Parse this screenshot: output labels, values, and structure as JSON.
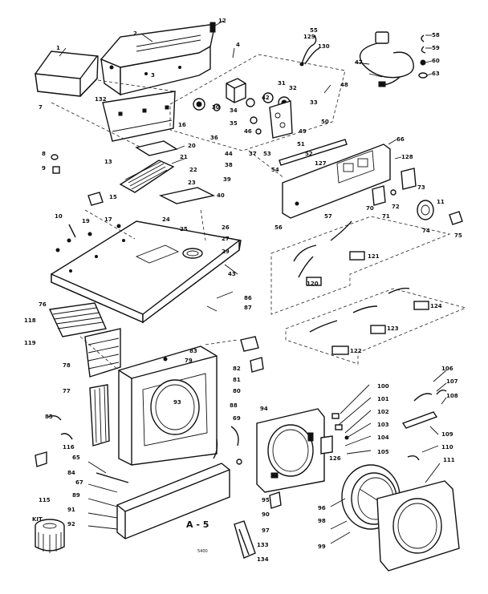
{
  "diagram": {
    "page_label": "A - 5",
    "code": "5400",
    "kit_label": "KIT",
    "parts": [
      {
        "id": "p1",
        "label": "1"
      },
      {
        "id": "p2",
        "label": "2"
      },
      {
        "id": "p3",
        "label": "3"
      },
      {
        "id": "p4",
        "label": "4"
      },
      {
        "id": "p7",
        "label": "7"
      },
      {
        "id": "p8",
        "label": "8"
      },
      {
        "id": "p9",
        "label": "9"
      },
      {
        "id": "p10",
        "label": "10"
      },
      {
        "id": "p11",
        "label": "11"
      },
      {
        "id": "p12",
        "label": "12"
      },
      {
        "id": "p13",
        "label": "13"
      },
      {
        "id": "p15",
        "label": "15"
      },
      {
        "id": "p16",
        "label": "16"
      },
      {
        "id": "p17",
        "label": "17"
      },
      {
        "id": "p19",
        "label": "19"
      },
      {
        "id": "p20",
        "label": "20"
      },
      {
        "id": "p21",
        "label": "21"
      },
      {
        "id": "p22",
        "label": "22"
      },
      {
        "id": "p23",
        "label": "23"
      },
      {
        "id": "p24",
        "label": "24"
      },
      {
        "id": "p25",
        "label": "25"
      },
      {
        "id": "p26",
        "label": "26"
      },
      {
        "id": "p27",
        "label": "27"
      },
      {
        "id": "p29",
        "label": "29"
      },
      {
        "id": "p30",
        "label": "30"
      },
      {
        "id": "p31",
        "label": "31"
      },
      {
        "id": "p32",
        "label": "32"
      },
      {
        "id": "p33",
        "label": "33"
      },
      {
        "id": "p34",
        "label": "34"
      },
      {
        "id": "p35",
        "label": "35"
      },
      {
        "id": "p36",
        "label": "36"
      },
      {
        "id": "p37",
        "label": "37"
      },
      {
        "id": "p38",
        "label": "38"
      },
      {
        "id": "p39",
        "label": "39"
      },
      {
        "id": "p40",
        "label": "40"
      },
      {
        "id": "p42",
        "label": "42"
      },
      {
        "id": "p43",
        "label": "43"
      },
      {
        "id": "p44",
        "label": "44"
      },
      {
        "id": "p46",
        "label": "46"
      },
      {
        "id": "p47",
        "label": "47"
      },
      {
        "id": "p48",
        "label": "48"
      },
      {
        "id": "p49",
        "label": "49"
      },
      {
        "id": "p50",
        "label": "50"
      },
      {
        "id": "p51",
        "label": "51"
      },
      {
        "id": "p52",
        "label": "52"
      },
      {
        "id": "p53",
        "label": "53"
      },
      {
        "id": "p54",
        "label": "54"
      },
      {
        "id": "p55",
        "label": "55"
      },
      {
        "id": "p56",
        "label": "56"
      },
      {
        "id": "p57",
        "label": "57"
      },
      {
        "id": "p58",
        "label": "58"
      },
      {
        "id": "p59",
        "label": "59"
      },
      {
        "id": "p60",
        "label": "60"
      },
      {
        "id": "p63",
        "label": "63"
      },
      {
        "id": "p65",
        "label": "65"
      },
      {
        "id": "p66",
        "label": "66"
      },
      {
        "id": "p67",
        "label": "67"
      },
      {
        "id": "p69",
        "label": "69"
      },
      {
        "id": "p70",
        "label": "70"
      },
      {
        "id": "p71",
        "label": "71"
      },
      {
        "id": "p72",
        "label": "72"
      },
      {
        "id": "p73",
        "label": "73"
      },
      {
        "id": "p74",
        "label": "74"
      },
      {
        "id": "p75",
        "label": "75"
      },
      {
        "id": "p76",
        "label": "76"
      },
      {
        "id": "p77",
        "label": "77"
      },
      {
        "id": "p78",
        "label": "78"
      },
      {
        "id": "p79",
        "label": "79"
      },
      {
        "id": "p80",
        "label": "80"
      },
      {
        "id": "p81",
        "label": "81"
      },
      {
        "id": "p82",
        "label": "82"
      },
      {
        "id": "p83",
        "label": "83"
      },
      {
        "id": "p84",
        "label": "84"
      },
      {
        "id": "p85",
        "label": "85"
      },
      {
        "id": "p86",
        "label": "86"
      },
      {
        "id": "p87",
        "label": "87"
      },
      {
        "id": "p88",
        "label": "88"
      },
      {
        "id": "p89",
        "label": "89"
      },
      {
        "id": "p90",
        "label": "90"
      },
      {
        "id": "p91",
        "label": "91"
      },
      {
        "id": "p92",
        "label": "92"
      },
      {
        "id": "p93",
        "label": "93"
      },
      {
        "id": "p94",
        "label": "94"
      },
      {
        "id": "p95",
        "label": "95"
      },
      {
        "id": "p96",
        "label": "96"
      },
      {
        "id": "p97",
        "label": "97"
      },
      {
        "id": "p98",
        "label": "98"
      },
      {
        "id": "p99",
        "label": "99"
      },
      {
        "id": "p100",
        "label": "100"
      },
      {
        "id": "p101",
        "label": "101"
      },
      {
        "id": "p102",
        "label": "102"
      },
      {
        "id": "p103",
        "label": "103"
      },
      {
        "id": "p104",
        "label": "104"
      },
      {
        "id": "p105",
        "label": "105"
      },
      {
        "id": "p106",
        "label": "106"
      },
      {
        "id": "p107",
        "label": "107"
      },
      {
        "id": "p108",
        "label": "108"
      },
      {
        "id": "p109",
        "label": "109"
      },
      {
        "id": "p110",
        "label": "110"
      },
      {
        "id": "p111",
        "label": "111"
      },
      {
        "id": "p115",
        "label": "115"
      },
      {
        "id": "p116",
        "label": "116"
      },
      {
        "id": "p118",
        "label": "118"
      },
      {
        "id": "p119",
        "label": "119"
      },
      {
        "id": "p120",
        "label": "120"
      },
      {
        "id": "p121",
        "label": "121"
      },
      {
        "id": "p122",
        "label": "122"
      },
      {
        "id": "p123",
        "label": "123"
      },
      {
        "id": "p124",
        "label": "124"
      },
      {
        "id": "p126",
        "label": "126"
      },
      {
        "id": "p127",
        "label": "127"
      },
      {
        "id": "p128",
        "label": "128"
      },
      {
        "id": "p129",
        "label": "129"
      },
      {
        "id": "p130",
        "label": "130"
      },
      {
        "id": "p132",
        "label": "132"
      },
      {
        "id": "p133",
        "label": "133"
      },
      {
        "id": "p134",
        "label": "134"
      }
    ]
  }
}
